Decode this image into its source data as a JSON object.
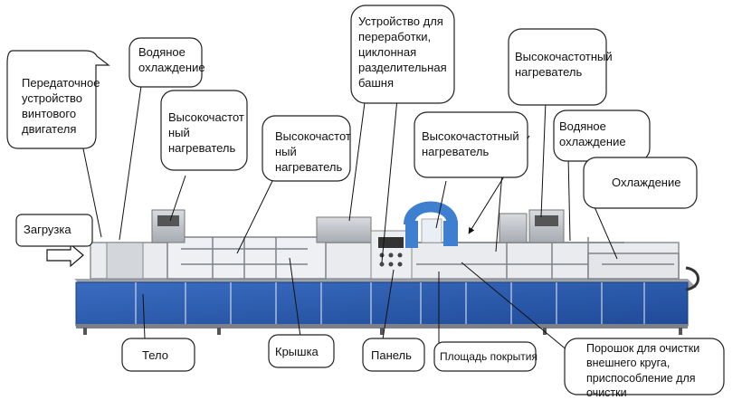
{
  "labels": {
    "transfer_device": "Передаточное\nустройство\nвинтового\nдвигателя",
    "water_cooling_left": "Водяное\nохлаждение",
    "hf_heater_1": "Высокочастот\nный\nнагреватель",
    "hf_heater_2": "Высокочастот\nный\nнагреватель",
    "cyclone_tower": "Устройство для\nпереработки,\nциклонная\nразделительная\nбашня",
    "hf_heater_3": "Высокочастотный\nнагреватель",
    "hf_heater_4": "Высокочастотный\nнагреватель",
    "water_cooling_right": "Водяное\nохлаждение",
    "cooling": "Охлаждение",
    "loading": "Загрузка",
    "body": "Тело",
    "lid": "Крышка",
    "panel": "Панель",
    "coating_area": "Площадь покрытия",
    "powder_cleaning": "Порошок для очистки\nвнешнего круга,\nприспособление для\nочистки"
  },
  "colors": {
    "cabinet_blue": "#2a56a8",
    "frame_grey": "#8d9096",
    "cyclone_blue": "#3f7fd0",
    "bubble_border": "#222222"
  }
}
